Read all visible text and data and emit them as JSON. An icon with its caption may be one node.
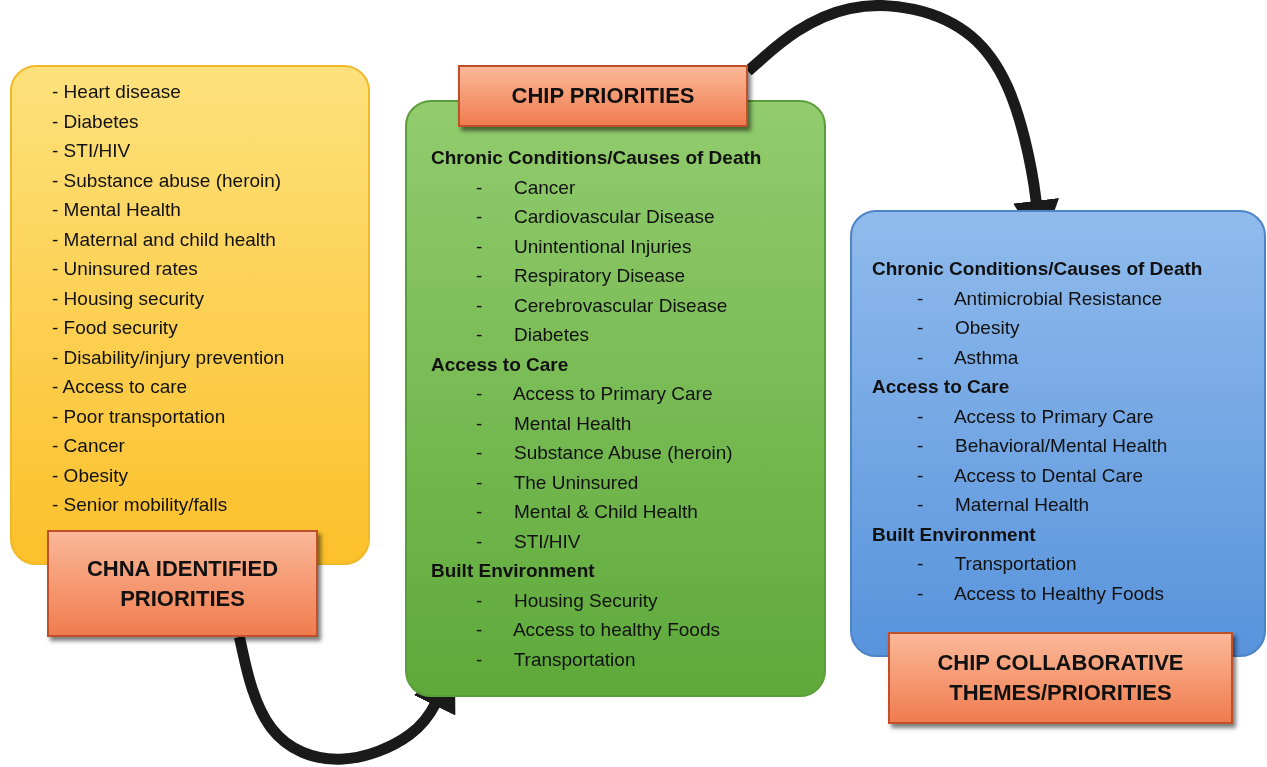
{
  "diagram": {
    "nodes": [
      {
        "text": [
          "- Heart disease",
          "- Diabetes",
          "- STI/HIV",
          "- Substance abuse (heroin)",
          "- Mental Health",
          "- Maternal and child health",
          "- Uninsured rates",
          "- Housing security",
          "- Food security",
          "- Disability/injury prevention",
          "- Access to care",
          "- Poor transportation",
          "- Cancer",
          "- Obesity",
          "- Senior mobility/falls"
        ]
      },
      {
        "text": [
          "CHNA IDENTIFIED PRIORITIES"
        ]
      },
      {
        "text": [
          "Chronic Conditions/Causes of Death",
          "- Cancer",
          "- Cardiovascular Disease",
          "- Unintentional Injuries",
          "- Respiratory Disease",
          "- Cerebrovascular Disease",
          "- Diabetes",
          "Access to Care",
          "- Access to Primary Care",
          "- Mental Health",
          "- Substance Abuse (heroin)",
          "- The Uninsured",
          "- Mental & Child Health",
          "- STI/HIV",
          "Built Environment",
          "- Housing Security",
          "- Access to healthy Foods",
          "- Transportation"
        ]
      },
      {
        "text": [
          "CHIP PRIORITIES"
        ]
      },
      {
        "text": [
          "Chronic Conditions/Causes of Death",
          "- Antimicrobial Resistance",
          "- Obesity",
          "- Asthma",
          "Access to Care",
          "- Access to Primary Care",
          "- Behavioral/Mental Health",
          "- Access to Dental Care",
          "- Maternal Health",
          "Built Environment",
          "- Transportation",
          "- Access to Healthy Foods"
        ]
      },
      {
        "text": [
          "CHIP COLLABORATIVE THEMES/PRIORITIES"
        ]
      }
    ],
    "edges": [
      {
        "from": 1,
        "to": 2,
        "arrow": "to"
      },
      {
        "from": 3,
        "to": 4,
        "arrow": "to"
      }
    ]
  }
}
